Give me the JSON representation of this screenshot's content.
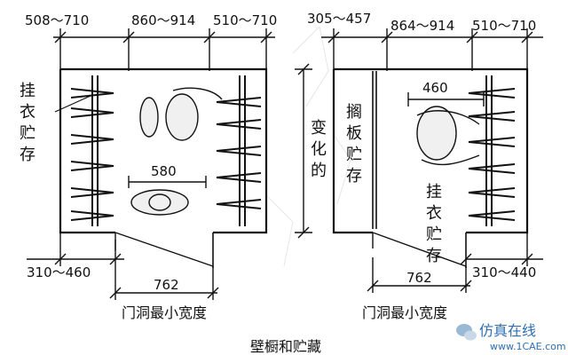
{
  "colors": {
    "ink": "#111111",
    "paper": "#ffffff",
    "shade": "#f0f0f0",
    "watermark": "#2d6fb3"
  },
  "left_closet": {
    "dim_top": [
      "508～710",
      "860～914",
      "510～710"
    ],
    "label_hanging": "挂衣贮存",
    "dim_center": "580",
    "dim_bottom_left": "310～460",
    "dim_door": "762",
    "caption": "门洞最小宽度"
  },
  "middle_label": "变化的",
  "right_closet": {
    "dim_top": [
      "305～457",
      "864～914",
      "510～710"
    ],
    "dim_inner": "460",
    "label_shelf": "搁板贮存",
    "label_hanging": "挂衣贮存",
    "dim_bottom_right": "310～440",
    "dim_door": "762",
    "caption": "门洞最小宽度"
  },
  "figure_caption": "壁橱和贮藏",
  "watermark": {
    "text": "仿真在线",
    "url": "www.1CAE.com",
    "icon": "wechat-icon"
  }
}
